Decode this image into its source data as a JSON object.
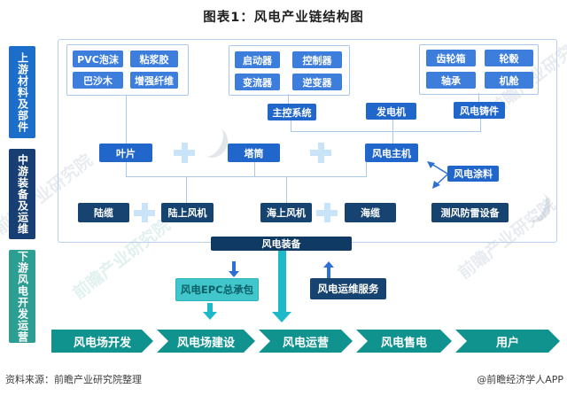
{
  "title": "图表1：风电产业链结构图",
  "watermark": {
    "text": "前瞻产业研究院"
  },
  "sidebar": {
    "upstream": "上游材料及部件",
    "midstream": "中游装备及运维",
    "downstream": "下游风电开发运营"
  },
  "upstream": {
    "materials": [
      "PVC泡沫",
      "粘浆胶",
      "巴沙木",
      "增强纤维"
    ],
    "electrical": [
      "启动器",
      "控制器",
      "变流器",
      "逆变器"
    ],
    "mechanical": [
      "齿轮箱",
      "轮毂",
      "轴承",
      "机舱"
    ],
    "subsystems": [
      "主控系统",
      "发电机",
      "风电铸件"
    ],
    "coating": "风电涂料"
  },
  "midstream": {
    "components": [
      "叶片",
      "塔筒",
      "风电主机"
    ],
    "machines": [
      "陆缆",
      "陆上风机",
      "海上风机",
      "海缆"
    ],
    "monitoring": "测风防雷设备",
    "equipment_bar": "风电装备",
    "epc": "风电EPC总承包",
    "om": "风电运维服务"
  },
  "downstream": {
    "chain": [
      "风电场开发",
      "风电场建设",
      "风电运营",
      "风电售电",
      "用户"
    ]
  },
  "footer": {
    "source": "资料来源：前瞻产业研究院整理",
    "credit": "@前瞻经济学人APP"
  },
  "colors": {
    "box_blue": "#3d7edd",
    "box_mid_blue": "#2166cb",
    "box_navy": "#16436f",
    "bar_navy": "#0e3a63",
    "sidebar_upstream": "#1d6ec9",
    "sidebar_midstream": "#173f74",
    "sidebar_downstream": "#2d9e92",
    "epc_fill": "#41c7cb",
    "epc_text": "#0d5f68",
    "arrow_teal": "#1eb9c8",
    "arrow_blue": "#2e6fd6",
    "chevron_teal": "#10938e",
    "connector_line": "#aac8ea",
    "plus_sign": "#c9e4f8"
  },
  "icons": {
    "plus": "+",
    "arrow_down": "↓",
    "arrow_up": "↑"
  }
}
